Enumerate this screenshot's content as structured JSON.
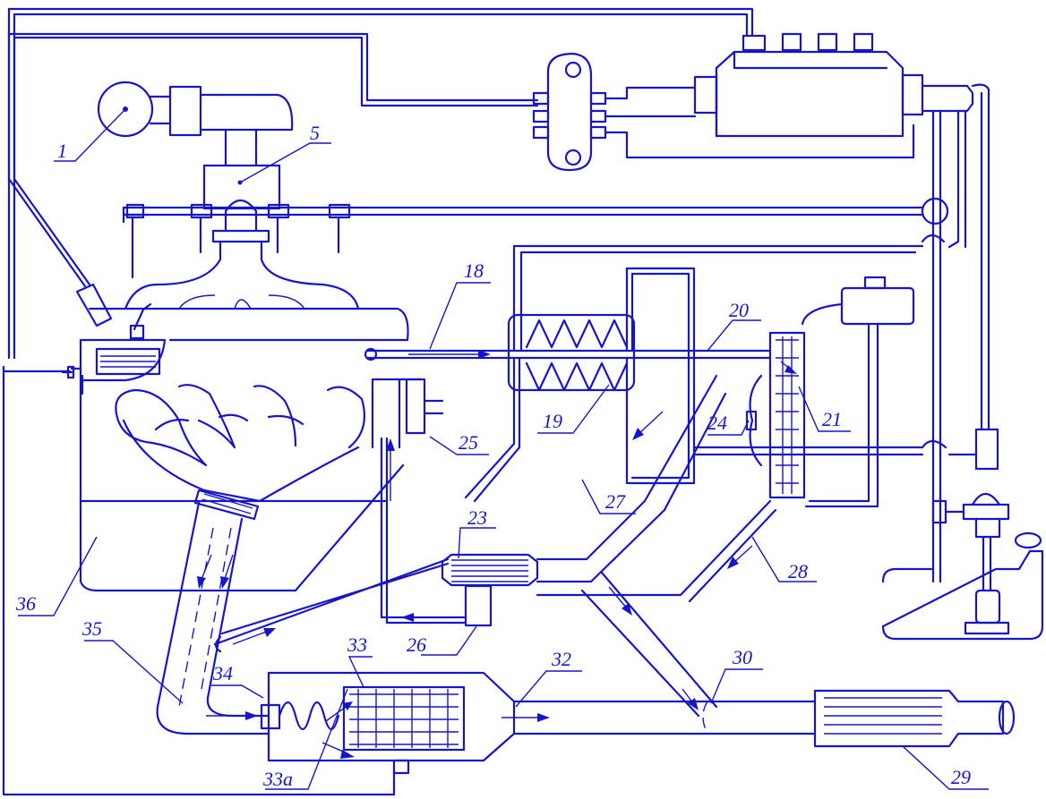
{
  "diagram": {
    "stroke_color": "#1616c8",
    "background": "#ffffff",
    "callouts": [
      {
        "id": "1",
        "text": "1"
      },
      {
        "id": "5",
        "text": "5"
      },
      {
        "id": "18",
        "text": "18"
      },
      {
        "id": "19",
        "text": "19"
      },
      {
        "id": "20",
        "text": "20"
      },
      {
        "id": "21",
        "text": "21"
      },
      {
        "id": "23",
        "text": "23"
      },
      {
        "id": "24",
        "text": "24"
      },
      {
        "id": "25",
        "text": "25"
      },
      {
        "id": "26",
        "text": "26"
      },
      {
        "id": "27",
        "text": "27"
      },
      {
        "id": "28",
        "text": "28"
      },
      {
        "id": "29",
        "text": "29"
      },
      {
        "id": "30",
        "text": "30"
      },
      {
        "id": "32",
        "text": "32"
      },
      {
        "id": "33",
        "text": "33"
      },
      {
        "id": "33a",
        "text": "33а"
      },
      {
        "id": "34",
        "text": "34"
      },
      {
        "id": "35",
        "text": "35"
      },
      {
        "id": "36",
        "text": "36"
      }
    ]
  }
}
